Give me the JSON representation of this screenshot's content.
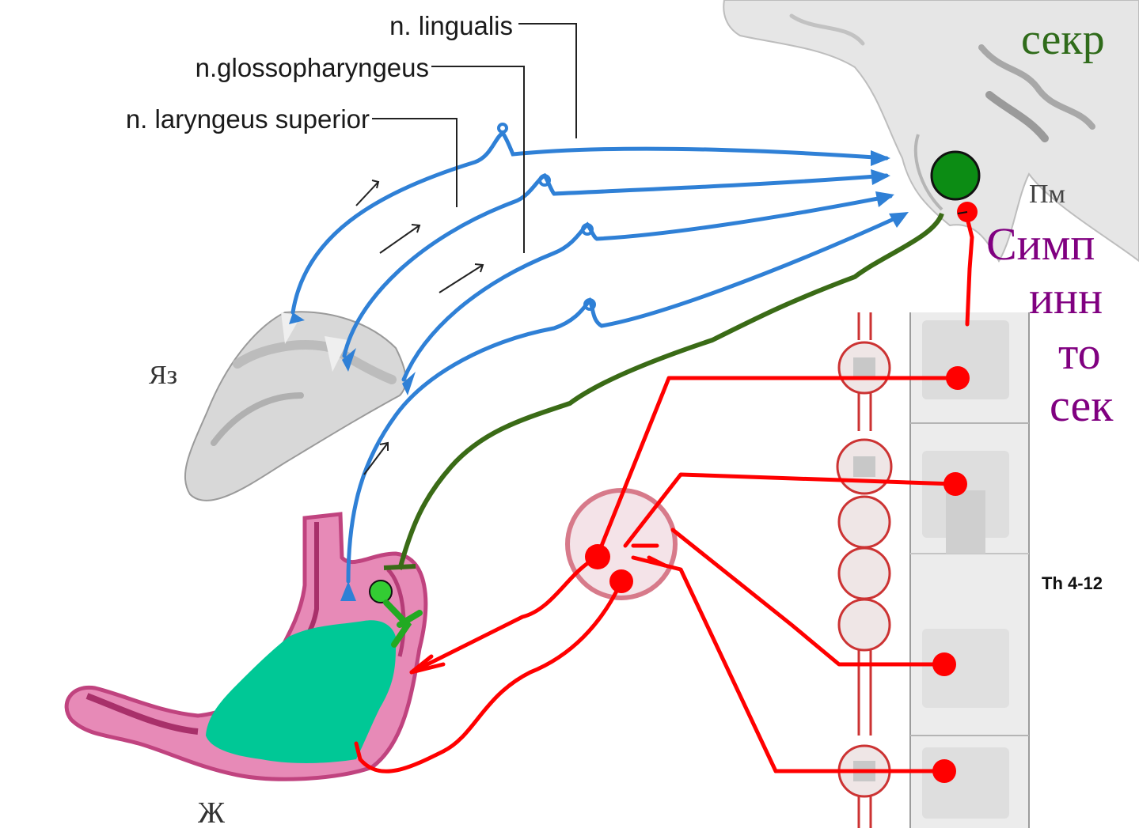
{
  "nerve_labels": {
    "lingualis": "n. lingualis",
    "glossopharyngeus": "n.glossopharyngeus",
    "laryngeus_superior": "n. laryngeus superior"
  },
  "organ_labels": {
    "tongue": "Яз",
    "medulla": "Пм",
    "stomach": "Ж",
    "spinal_segment": "Th 4-12"
  },
  "heading_fragments": {
    "top_green": "секр",
    "purple_line1": "Симп",
    "purple_line2": "инн",
    "purple_line3": "то",
    "purple_line4": "сек"
  },
  "colors": {
    "afferent": "#2f80d6",
    "parasympathetic": "#3a6b16",
    "sympathetic": "#ff0000",
    "secretion_zone": "#00c896",
    "heading_green": "#2f6b1a",
    "heading_purple": "#800080",
    "stomach_wall": "#d9559a",
    "medulla_gray": "#dedede"
  }
}
